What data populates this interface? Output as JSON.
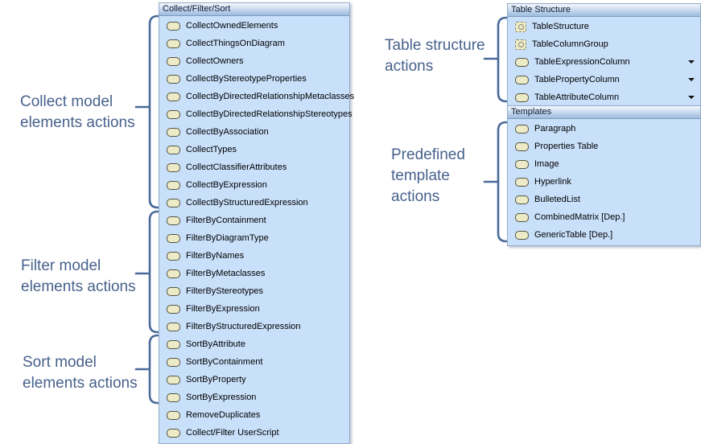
{
  "colors": {
    "panel_bg": "#c9e0fa",
    "panel_border": "#94abc9",
    "header_grad_top": "#f4f8fd",
    "header_grad_bottom": "#9dbbdf",
    "header_border": "#7f9cc0",
    "header_text": "#0a1a33",
    "item_text": "#000000",
    "icon_fill": "#edeac8",
    "icon_border": "#55553f",
    "group_icon_border": "#8a8872",
    "annotation_color": "#47618c",
    "bracket_color": "#4a6a99"
  },
  "panels": {
    "collect_filter_sort": {
      "title": "Collect/Filter/Sort",
      "items": [
        {
          "label": "CollectOwnedElements",
          "icon": "action"
        },
        {
          "label": "CollectThingsOnDiagram",
          "icon": "action"
        },
        {
          "label": "CollectOwners",
          "icon": "action"
        },
        {
          "label": "CollectByStereotypeProperties",
          "icon": "action"
        },
        {
          "label": "CollectByDirectedRelationshipMetaclasses",
          "icon": "action"
        },
        {
          "label": "CollectByDirectedRelationshipStereotypes",
          "icon": "action"
        },
        {
          "label": "CollectByAssociation",
          "icon": "action"
        },
        {
          "label": "CollectTypes",
          "icon": "action"
        },
        {
          "label": "CollectClassifierAttributes",
          "icon": "action"
        },
        {
          "label": "CollectByExpression",
          "icon": "action"
        },
        {
          "label": "CollectByStructuredExpression",
          "icon": "action"
        },
        {
          "label": "FilterByContainment",
          "icon": "action"
        },
        {
          "label": "FilterByDiagramType",
          "icon": "action"
        },
        {
          "label": "FilterByNames",
          "icon": "action"
        },
        {
          "label": "FilterByMetaclasses",
          "icon": "action"
        },
        {
          "label": "FilterByStereotypes",
          "icon": "action"
        },
        {
          "label": "FilterByExpression",
          "icon": "action"
        },
        {
          "label": "FilterByStructuredExpression",
          "icon": "action"
        },
        {
          "label": "SortByAttribute",
          "icon": "action"
        },
        {
          "label": "SortByContainment",
          "icon": "action"
        },
        {
          "label": "SortByProperty",
          "icon": "action"
        },
        {
          "label": "SortByExpression",
          "icon": "action"
        },
        {
          "label": "RemoveDuplicates",
          "icon": "action"
        },
        {
          "label": "Collect/Filter UserScript",
          "icon": "action"
        }
      ]
    },
    "table_structure": {
      "title": "Table Structure",
      "items": [
        {
          "label": "TableStructure",
          "icon": "group"
        },
        {
          "label": "TableColumnGroup",
          "icon": "group"
        },
        {
          "label": "TableExpressionColumn",
          "icon": "action",
          "dropdown": true
        },
        {
          "label": "TablePropertyColumn",
          "icon": "action",
          "dropdown": true
        },
        {
          "label": "TableAttributeColumn",
          "icon": "action",
          "dropdown": true
        }
      ]
    },
    "templates": {
      "title": "Templates",
      "items": [
        {
          "label": "Paragraph",
          "icon": "action"
        },
        {
          "label": "Properties Table",
          "icon": "action"
        },
        {
          "label": "Image",
          "icon": "action"
        },
        {
          "label": "Hyperlink",
          "icon": "action"
        },
        {
          "label": "BulletedList",
          "icon": "action"
        },
        {
          "label": "CombinedMatrix [Dep.]",
          "icon": "action"
        },
        {
          "label": "GenericTable [Dep.]",
          "icon": "action"
        }
      ]
    }
  },
  "annotations": {
    "collect": {
      "text": "Collect model\nelements actions"
    },
    "filter": {
      "text": "Filter model\nelements actions"
    },
    "sort": {
      "text": "Sort model\nelements actions"
    },
    "table_structure": {
      "text": "Table structure\nactions"
    },
    "templates": {
      "text": "Predefined\ntemplate\nactions"
    }
  }
}
